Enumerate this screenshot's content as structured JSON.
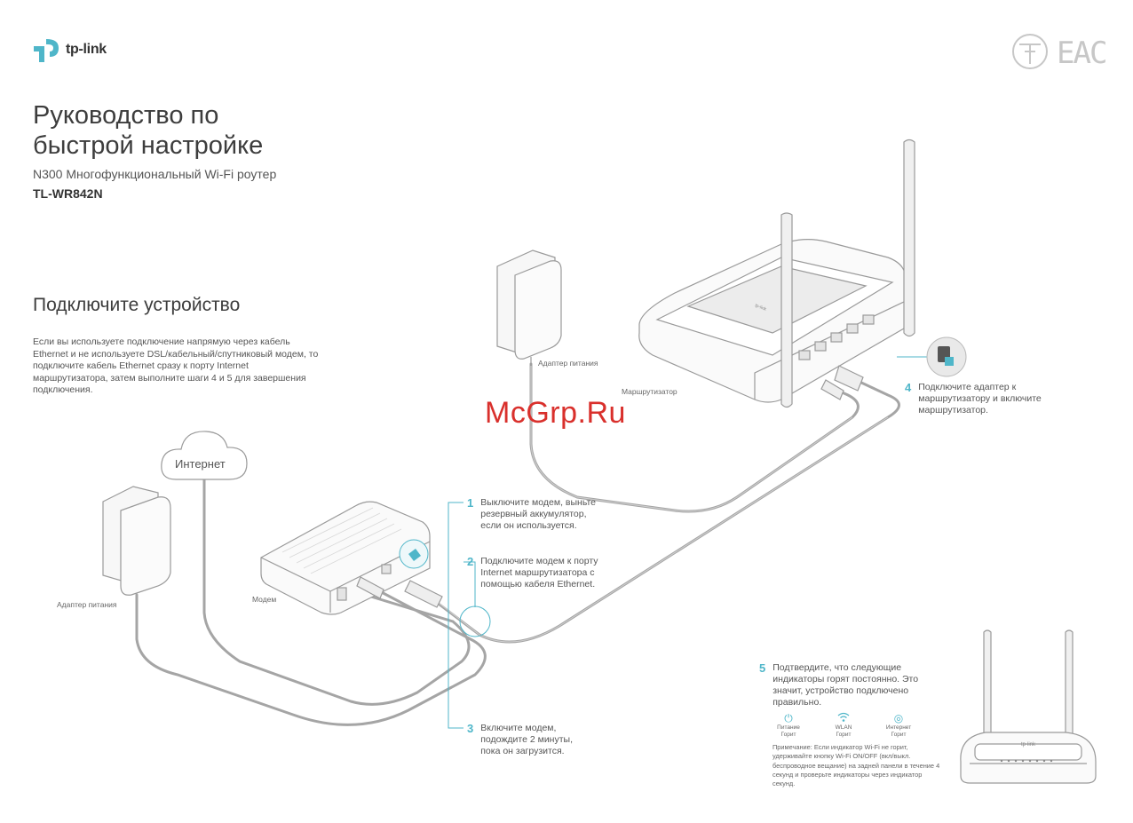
{
  "header": {
    "logo_text": "tp-link",
    "cert_mark": "EAC"
  },
  "title_lines": [
    "Руководство по",
    "быстрой настройке"
  ],
  "subtitle": "N300 Многофункциональный Wi-Fi роутер",
  "model": "TL-WR842N",
  "section_title": "Подключите устройство",
  "intro": "Если вы используете подключение напрямую через кабель Ethernet и не используете DSL/кабельный/спутниковый модем, то подключите кабель Ethernet сразу к порту Internet маршрутизатора, затем выполните шаги 4 и 5 для завершения подключения.",
  "labels": {
    "router": "Маршрутизатор",
    "power_adapter_router": "Адаптер питания",
    "power_adapter_modem": "Адаптер питания",
    "modem": "Модем",
    "internet": "Интернет",
    "router_brand": "tp-link"
  },
  "steps": [
    {
      "num": "1",
      "text": "Выключите модем, выньте резервный аккумулятор, если он используется."
    },
    {
      "num": "2",
      "text": "Подключите модем к порту Internet маршрутизатора с помощью кабеля Ethernet."
    },
    {
      "num": "3",
      "text": "Включите модем, подождите 2 минуты, пока он загрузится."
    },
    {
      "num": "4",
      "text": "Подключите адаптер к маршрутизатору и включите маршрутизатор."
    },
    {
      "num": "5",
      "text": "Подтвердите, что следующие индикаторы горят постоянно. Это значит, устройство подключено правильно."
    }
  ],
  "indicators": [
    {
      "name": "Питание",
      "state": "Горит",
      "icon": "power-icon"
    },
    {
      "name": "WLAN",
      "state": "Горит",
      "icon": "wifi-icon"
    },
    {
      "name": "Интернет",
      "state": "Горит",
      "icon": "globe-icon"
    }
  ],
  "note": "Примечание: Если индикатор Wi-Fi не горит, удерживайте кнопку Wi-Fi ON/OFF (вкл/выкл. беспроводное вещание) на задней панели в течение 4 секунд и проверьте индикаторы через индикатор секунд.",
  "watermark": "McGrp.Ru",
  "colors": {
    "accent": "#4fb6c9",
    "watermark": "#d9302c",
    "line": "#9a9a9a"
  }
}
